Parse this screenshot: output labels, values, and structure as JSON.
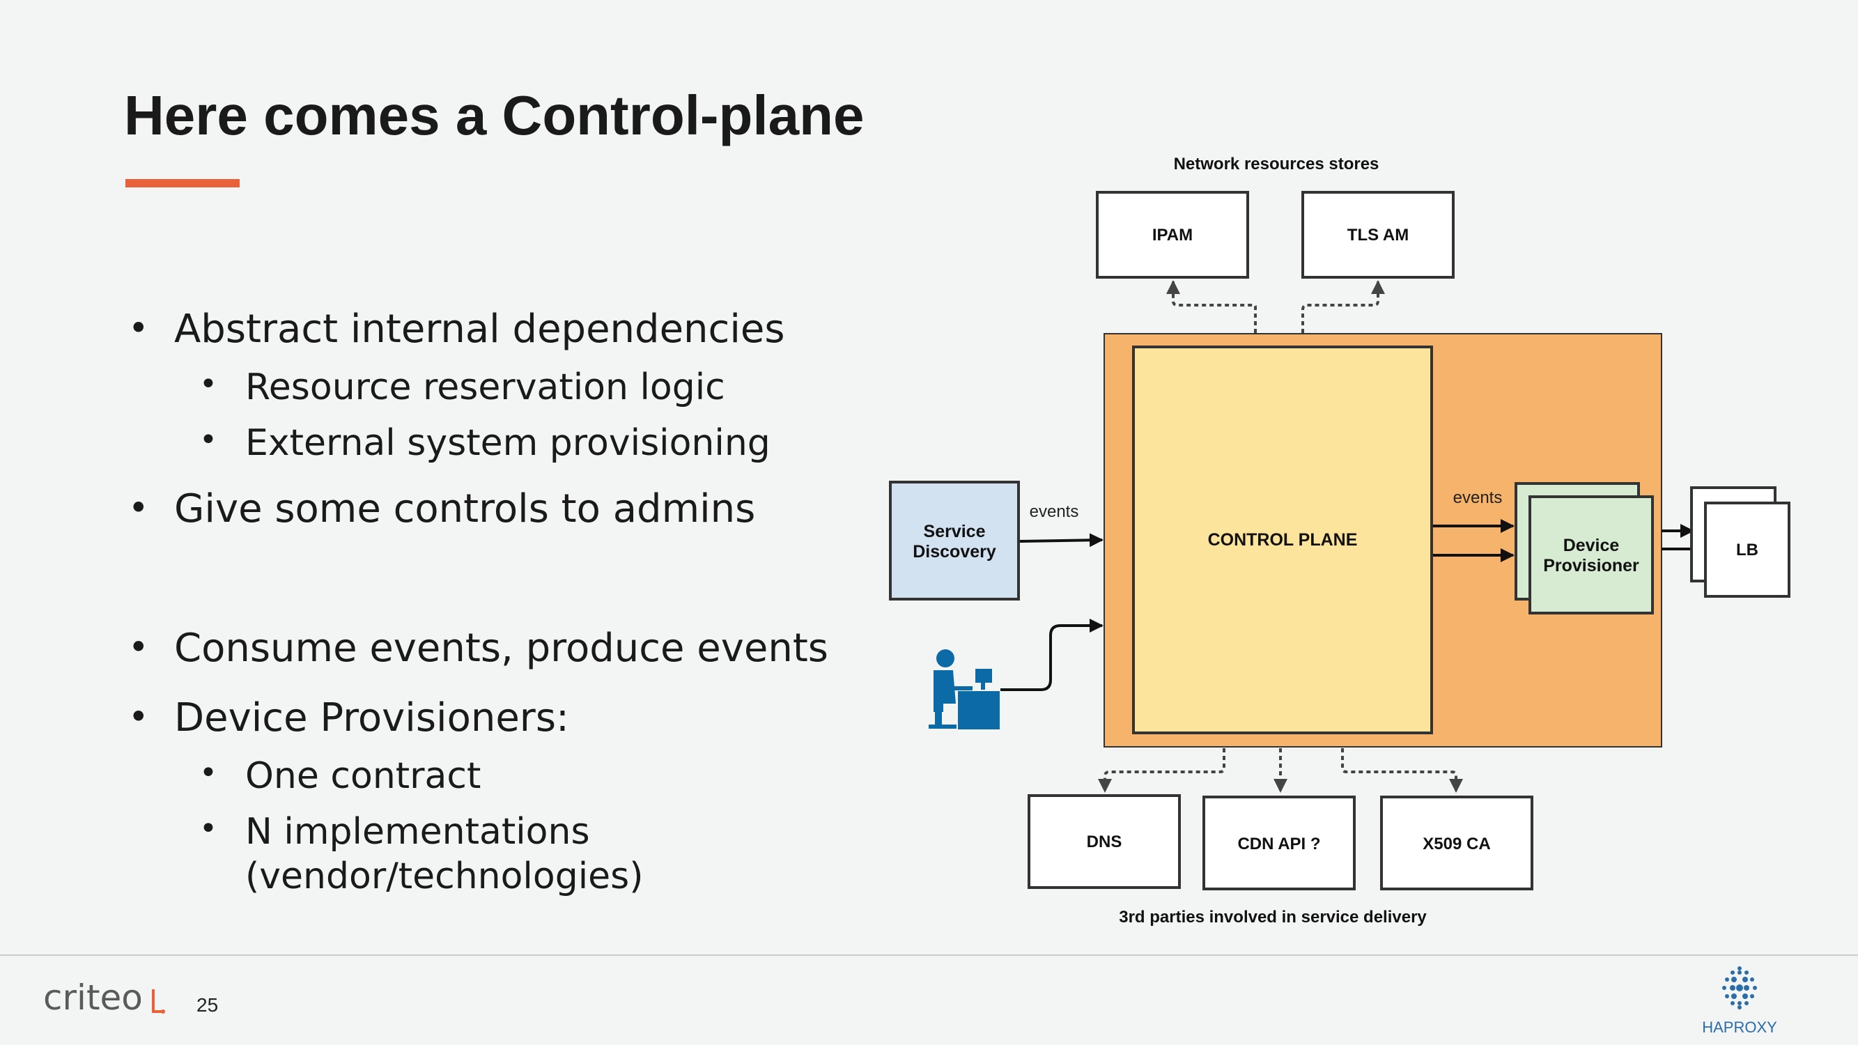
{
  "slide": {
    "title": "Here comes a Control-plane",
    "page_number": "25"
  },
  "bullets": [
    {
      "text": "Abstract internal dependencies",
      "level": 1
    },
    {
      "text": "Resource reservation logic",
      "level": 2
    },
    {
      "text": "External system provisioning",
      "level": 2
    },
    {
      "text": "Give some controls to admins",
      "level": 1
    },
    {
      "text": "Consume events, produce events",
      "level": 1
    },
    {
      "text": "Device Provisioners:",
      "level": 1
    },
    {
      "text": "One contract",
      "level": 2
    },
    {
      "text": "N implementations",
      "level": 2
    },
    {
      "text": "(vendor/technologies)",
      "level": 2
    }
  ],
  "bullet_symbol": "•",
  "diagram": {
    "top_caption": "Network resources stores",
    "bottom_caption": "3rd parties involved in service delivery",
    "nodes": {
      "ipam": "IPAM",
      "tls_am": "TLS AM",
      "service_discovery_line1": "Service",
      "service_discovery_line2": "Discovery",
      "control_plane": "CONTROL PLANE",
      "device_provisioner_line1": "Device",
      "device_provisioner_line2": "Provisioner",
      "lb": "LB",
      "dns": "DNS",
      "cdn_api": "CDN API ?",
      "x509_ca": "X509 CA"
    },
    "edge_labels": {
      "events_in": "events",
      "events_out": "events"
    },
    "colors": {
      "outer_box": "#f5b36b",
      "control_plane": "#fde49c",
      "service_discovery": "#d3e2f1",
      "device_provisioner": "#d6ebd2",
      "admin_icon": "#0c6aa6",
      "accent": "#e8613a"
    }
  },
  "footer": {
    "brand_left": "criteo",
    "brand_right": "HAPROXY"
  }
}
